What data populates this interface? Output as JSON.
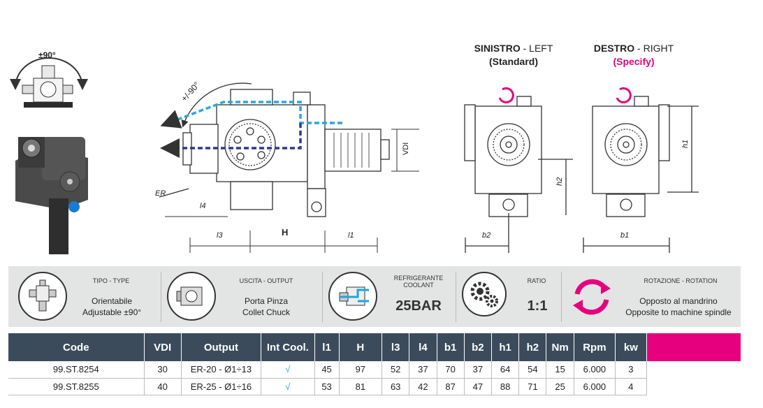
{
  "views": {
    "left": {
      "name_bold": "SINISTRO",
      "name_rest": " - LEFT",
      "note": "(Standard)"
    },
    "right": {
      "name_bold": "DESTRO",
      "name_rest": " - RIGHT",
      "note": "(Specify)"
    }
  },
  "drawing_labels": {
    "rot90_small": "±90°",
    "rot90_main": "+/-90°",
    "er": "ER",
    "l4": "l4",
    "l3": "l3",
    "H": "H",
    "l1": "l1",
    "vdi": "VDI",
    "h2": "h2",
    "b2": "b2",
    "h1": "h1",
    "b1": "b1"
  },
  "features": {
    "type": {
      "title": "TIPO - TYPE",
      "line1": "Orientabile",
      "line2": "Adjustable ±90°"
    },
    "output": {
      "title": "USCITA - OUTPUT",
      "line1": "Porta Pinza",
      "line2": "Collet Chuck"
    },
    "coolant": {
      "title1": "REFRIGERANTE",
      "title2": "COOLANT",
      "value": "25BAR"
    },
    "ratio": {
      "title": "RATIO",
      "value": "1:1"
    },
    "rotation": {
      "title": "ROTAZIONE - ROTATION",
      "line1": "Opposto al mandrino",
      "line2": "Opposite to machine spindle"
    }
  },
  "table": {
    "headers": [
      "Code",
      "VDI",
      "Output",
      "Int Cool.",
      "l1",
      "H",
      "l3",
      "l4",
      "b1",
      "b2",
      "h1",
      "h2",
      "Nm",
      "Rpm",
      "kw"
    ],
    "rows": [
      [
        "99.ST.8254",
        "30",
        "ER-20 - Ø1÷13",
        "√",
        "45",
        "97",
        "52",
        "37",
        "70",
        "37",
        "64",
        "54",
        "15",
        "6.000",
        "3"
      ],
      [
        "99.ST.8255",
        "40",
        "ER-25 - Ø1÷16",
        "√",
        "53",
        "81",
        "63",
        "42",
        "87",
        "47",
        "88",
        "71",
        "25",
        "6.000",
        "4"
      ]
    ]
  },
  "colors": {
    "header_bg": "#3c4b5b",
    "accent_pink": "#e6007e",
    "coolant_blue": "#1aa7e0",
    "feature_bg": "#e3e4e4"
  }
}
